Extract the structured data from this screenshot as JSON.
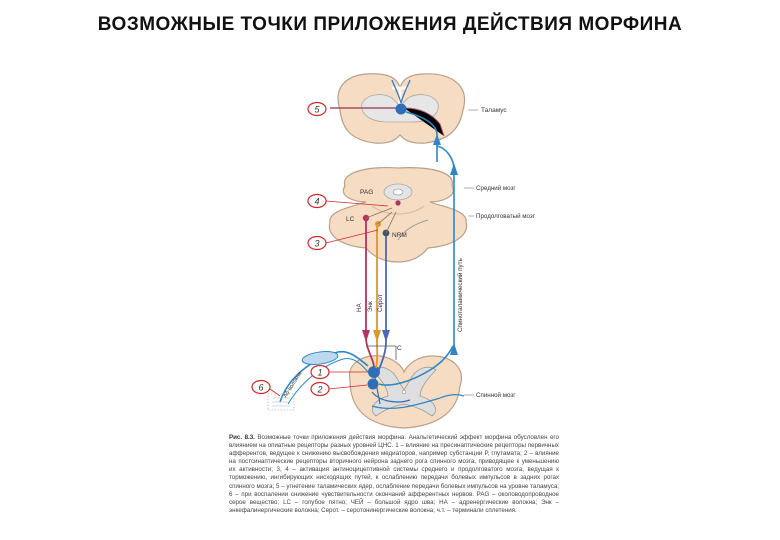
{
  "title": "ВОЗМОЖНЫЕ ТОЧКИ ПРИЛОЖЕНИЯ ДЕЙСТВИЯ МОРФИНА",
  "markers": [
    "1",
    "2",
    "3",
    "4",
    "5",
    "6"
  ],
  "labels": {
    "thalamus": "Таламус",
    "midbrain": "Средний мозг",
    "medulla": "Продолговатый мозг",
    "spinal_cord": "Спинной мозг",
    "pag": "PAG",
    "lc": "LC",
    "nrm": "NRM",
    "tract": "Спиноталамический путь",
    "na": "НА",
    "enk": "Энк",
    "sero": "Серот",
    "c": "C",
    "afferent": "Аδ-волокна"
  },
  "caption": {
    "heading": "Рис. 8.3.",
    "heading_text": "Возможные точки приложения действия морфина.",
    "body": "Анальгетический эффект морфина обусловлен его влиянием на опиатные рецепторы разных уровней ЦНС. 1 – влияние на пресинаптические рецепторы первичных афферентов, ведущее к снижению высвобождения медиаторов, например субстанции Р, глутамата; 2 – влияние на постсинаптические рецепторы вторичного нейрона заднего рога спинного мозга, приводящее к уменьшению их активности; 3, 4 – активация антиноцицептивной системы среднего и продолговатого мозга, ведущая к торможению, ингибирующих нисходящих путей, к ослаблению передачи болевых импульсов в задних рогах спинного мозга; 5 – угнетение таламических ядер, ослабление передачи болевых импульсов на уровне таламуса; 6 – при воспалении снижение чувствительности окончаний афферентных нервов. PAG – околоводопроводное серое вещество; LC – голубое пятно; ЧЕЙ – большой ядро шва; НА – адренергические волокна; Энк – энкефалинергические волокна; Серот. – серотонинергические волокна; ч.т. – терминали сплетения."
  }
}
